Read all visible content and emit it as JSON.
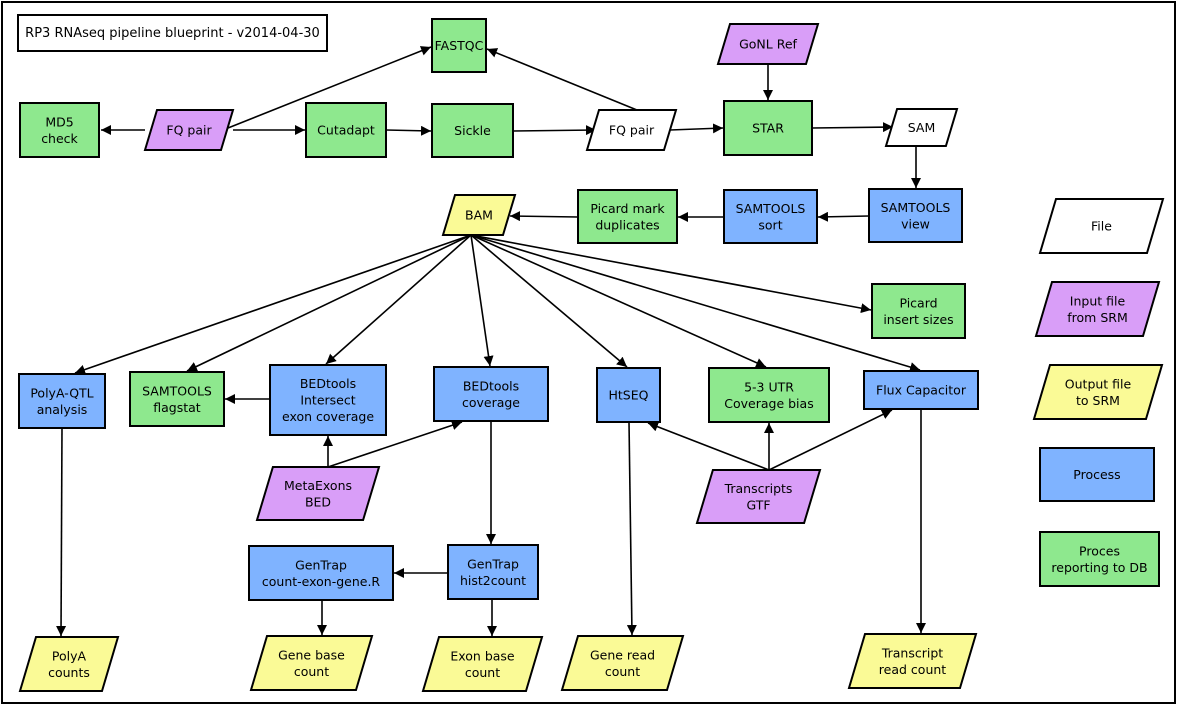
{
  "title": "RP3 RNAseq pipeline blueprint - v2014-04-30",
  "colors": {
    "file": "#ffffff",
    "input_srm": "#d99ef8",
    "output_srm": "#fafa96",
    "process": "#7fb3ff",
    "db": "#8ee88e",
    "stroke": "#000000"
  },
  "nodes": {
    "fastqc": "FASTQC",
    "gonl_ref": "GoNL Ref",
    "md5": [
      "MD5",
      "check"
    ],
    "fq_pair_in": "FQ pair",
    "cutadapt": "Cutadapt",
    "sickle": "Sickle",
    "fq_pair_out": "FQ pair",
    "star": "STAR",
    "sam": "SAM",
    "samtools_view": [
      "SAMTOOLS",
      "view"
    ],
    "samtools_sort": [
      "SAMTOOLS",
      "sort"
    ],
    "picard_dup": [
      "Picard mark",
      "duplicates"
    ],
    "bam": "BAM",
    "picard_insert": [
      "Picard",
      "insert sizes"
    ],
    "polya_qtl": [
      "PolyA-QTL",
      "analysis"
    ],
    "samtools_flagstat": [
      "SAMTOOLS",
      "flagstat"
    ],
    "bedtools_intersect": [
      "BEDtools",
      "Intersect",
      "exon coverage"
    ],
    "bedtools_coverage": [
      "BEDtools",
      "coverage"
    ],
    "htseq": "HtSEQ",
    "utr_bias": [
      "5-3 UTR",
      "Coverage bias"
    ],
    "flux": "Flux Capacitor",
    "metaexons": [
      "MetaExons",
      "BED"
    ],
    "transcripts_gtf": [
      "Transcripts",
      "GTF"
    ],
    "gentrap_count": [
      "GenTrap",
      "count-exon-gene.R"
    ],
    "gentrap_hist": [
      "GenTrap",
      "hist2count"
    ],
    "polya_counts": [
      "PolyA",
      "counts"
    ],
    "gene_base": [
      "Gene base",
      "count"
    ],
    "exon_base": [
      "Exon base",
      "count"
    ],
    "gene_read": [
      "Gene read",
      "count"
    ],
    "transcript_read": [
      "Transcript",
      "read count"
    ]
  },
  "legend": {
    "file": "File",
    "input": [
      "Input file",
      "from SRM"
    ],
    "output": [
      "Output file",
      "to SRM"
    ],
    "process": "Process",
    "db": [
      "Proces",
      "reporting to DB"
    ]
  }
}
